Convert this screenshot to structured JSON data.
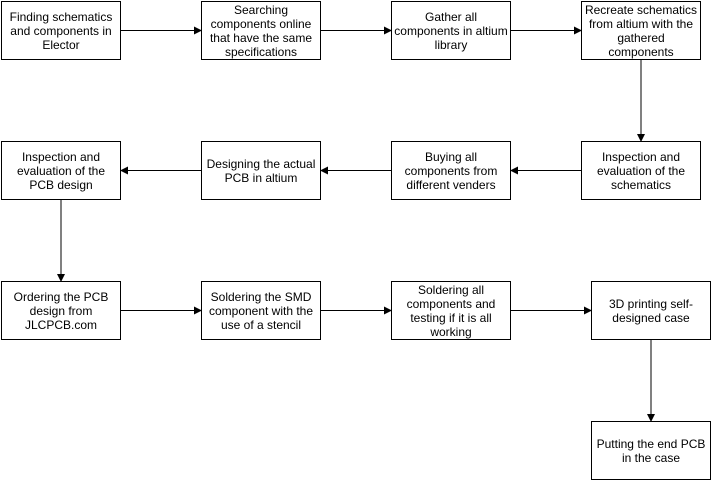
{
  "diagram": {
    "colors": {
      "stroke": "#000000",
      "fill": "#ffffff",
      "text": "#000000"
    },
    "nodes": [
      {
        "id": "n1",
        "label": "Finding schematics and components in Elector"
      },
      {
        "id": "n2",
        "label": "Searching components online that have the same specifications"
      },
      {
        "id": "n3",
        "label": "Gather all components in altium library"
      },
      {
        "id": "n4",
        "label": "Recreate schematics from altium with the gathered components"
      },
      {
        "id": "n5",
        "label": "Inspection and evaluation of the schematics"
      },
      {
        "id": "n6",
        "label": "Buying all components from different venders"
      },
      {
        "id": "n7",
        "label": "Designing the actual PCB in altium"
      },
      {
        "id": "n8",
        "label": "Inspection and evaluation of the PCB design"
      },
      {
        "id": "n9",
        "label": "Ordering the PCB design from JLCPCB.com"
      },
      {
        "id": "n10",
        "label": "Soldering the SMD component with the use of a stencil"
      },
      {
        "id": "n11",
        "label": "Soldering all components and testing if it is all working"
      },
      {
        "id": "n12",
        "label": "3D printing self-designed case"
      },
      {
        "id": "n13",
        "label": "Putting the end PCB in the case"
      }
    ],
    "edges": [
      {
        "from": "n1",
        "to": "n2"
      },
      {
        "from": "n2",
        "to": "n3"
      },
      {
        "from": "n3",
        "to": "n4"
      },
      {
        "from": "n4",
        "to": "n5"
      },
      {
        "from": "n5",
        "to": "n6"
      },
      {
        "from": "n6",
        "to": "n7"
      },
      {
        "from": "n7",
        "to": "n8"
      },
      {
        "from": "n8",
        "to": "n9"
      },
      {
        "from": "n9",
        "to": "n10"
      },
      {
        "from": "n10",
        "to": "n11"
      },
      {
        "from": "n11",
        "to": "n12"
      },
      {
        "from": "n12",
        "to": "n13"
      }
    ]
  }
}
